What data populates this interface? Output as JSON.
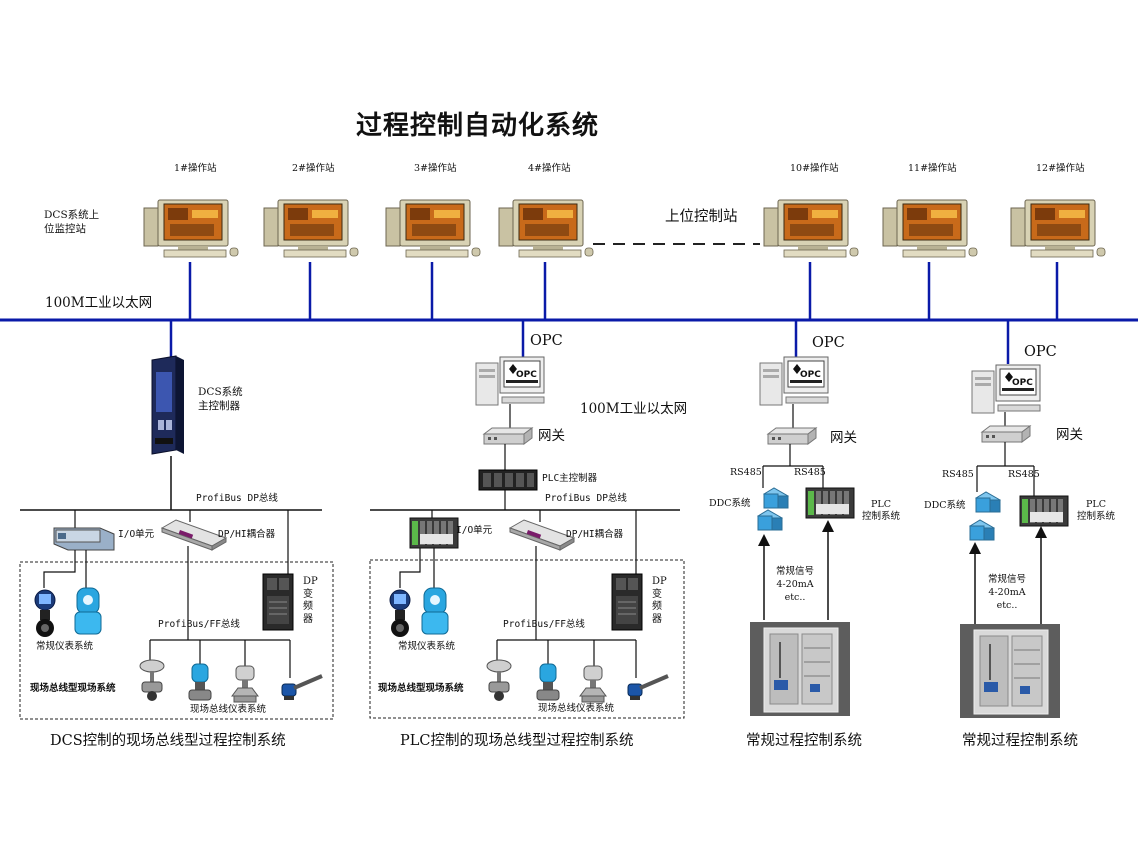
{
  "title": "过程控制自动化系统",
  "operator_stations": [
    "1#操作站",
    "2#操作站",
    "3#操作站",
    "4#操作站",
    "10#操作站",
    "11#操作站",
    "12#操作站"
  ],
  "dcs_supervisory_label": "DCS系统上\n位监控站",
  "upper_control_label": "上位控制站",
  "ethernet_top": "100M工业以太网",
  "opc_labels": [
    "OPC",
    "OPC",
    "OPC"
  ],
  "ethernet_mid": "100M工业以太网",
  "gateway_labels": [
    "网关",
    "网关",
    "网关"
  ],
  "dcs_section": {
    "controller_label": "DCS系统\n主控制器",
    "profibus_dp": "ProfiBus DP总线",
    "io_unit": "I/O单元",
    "dp_coupler": "DP/HI耦合器",
    "dp_vfd": "DP\n变\n频\n器",
    "profibus_ff": "ProfiBus/FF总线",
    "conventional_instruments": "常规仪表系统",
    "fieldbus_system": "现场总线型现场系统",
    "fieldbus_instruments": "现场总线仪表系统",
    "caption": "DCS控制的现场总线型过程控制系统"
  },
  "plc_section": {
    "controller_label": "PLC主控制器",
    "profibus_dp": "ProfiBus DP总线",
    "io_unit": "I/O单元",
    "dp_coupler": "DP/HI耦合器",
    "dp_vfd": "DP\n变\n频\n器",
    "profibus_ff": "ProfiBus/FF总线",
    "conventional_instruments": "常规仪表系统",
    "fieldbus_system": "现场总线型现场系统",
    "fieldbus_instruments": "现场总线仪表系统",
    "caption": "PLC控制的现场总线型过程控制系统"
  },
  "conventional_sections": [
    {
      "rs485_left": "RS485",
      "rs485_right": "RS485",
      "ddc_label": "DDC系统",
      "plc_label": "PLC\n控制系统",
      "signal_label": "常规信号\n4-20mA\netc..",
      "caption": "常规过程控制系统"
    },
    {
      "rs485_left": "RS485",
      "rs485_right": "RS485",
      "ddc_label": "DDC系统",
      "plc_label": "PLC\n控制系统",
      "signal_label": "常规信号\n4-20mA\netc..",
      "caption": "常规过程控制系统"
    }
  ],
  "icons": {
    "workstation": "workstation-icon",
    "opc_server": "opc-server-icon",
    "gateway": "gateway-icon",
    "controller": "controller-icon",
    "io_module": "io-module-icon",
    "coupler": "coupler-icon",
    "drive": "vfd-drive-icon",
    "flowmeter": "flowmeter-icon",
    "valve": "valve-icon",
    "transmitter": "transmitter-icon",
    "cabinet": "control-cabinet-icon"
  },
  "colors": {
    "network_line": "#0a1aa8",
    "wire": "#111111",
    "monitor_beige": "#d8d2b4",
    "screen": "#c86a1a",
    "instrument_blue": "#2aa6e0",
    "dark_module": "#2a2a2a"
  }
}
